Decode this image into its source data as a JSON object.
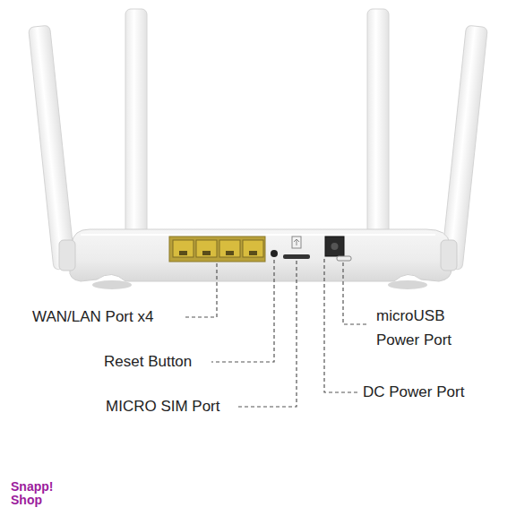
{
  "diagram": {
    "labels": [
      "WAN/LAN Port x4",
      "Reset Button",
      "MICRO SIM Port",
      "microUSB Power Port",
      "DC Power Port",
      "Snapp! Shop"
    ]
  }
}
